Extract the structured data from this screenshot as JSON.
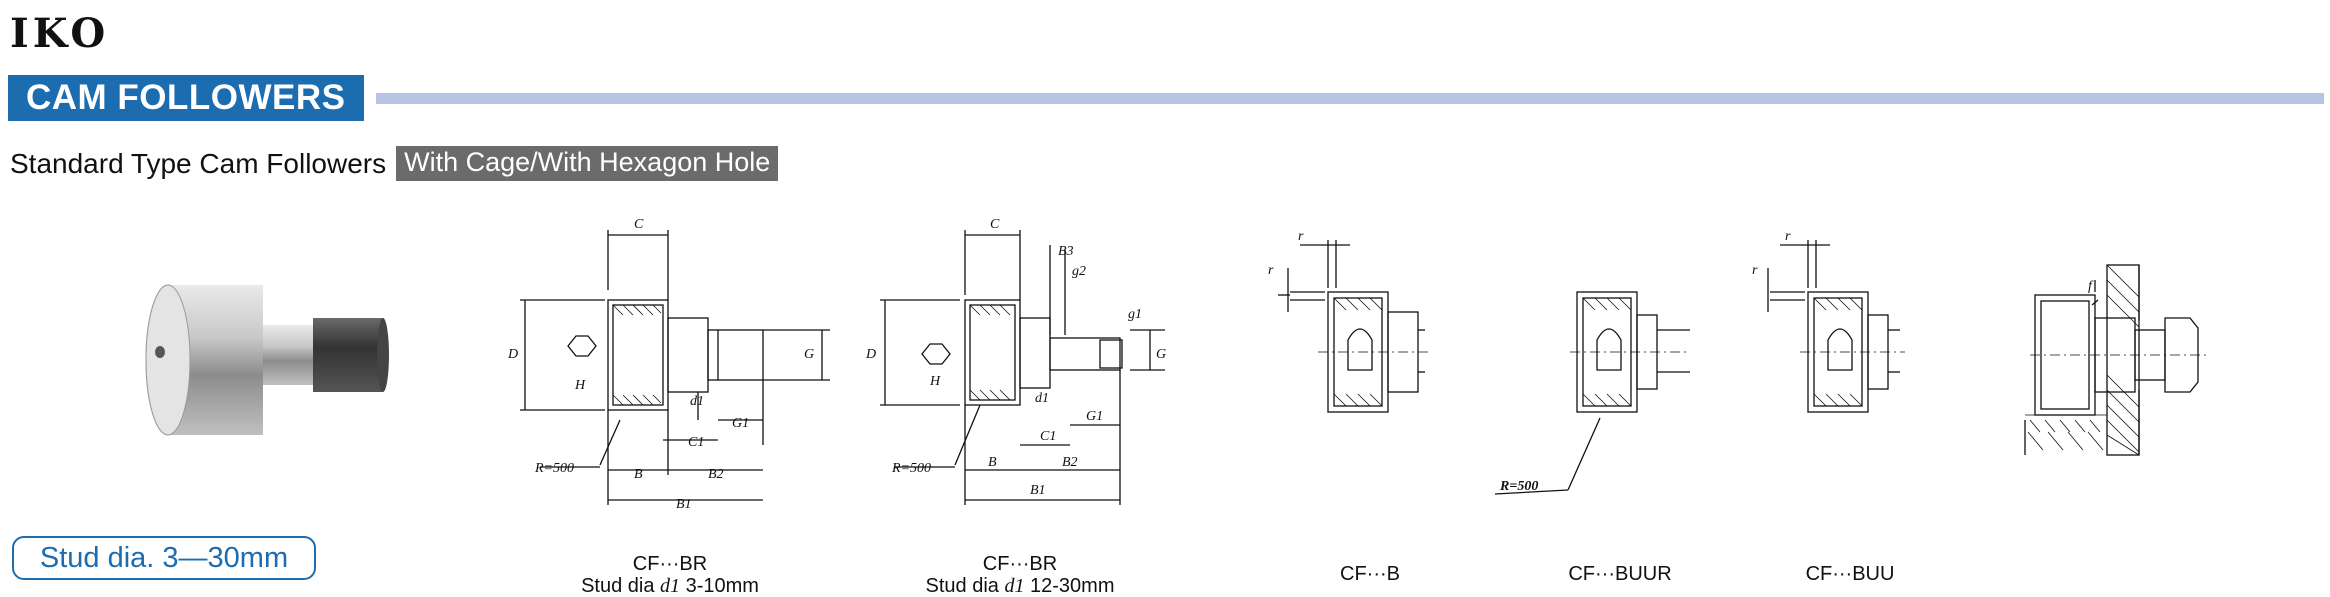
{
  "logo": "IKO",
  "category": "CAM FOLLOWERS",
  "subtitle": {
    "main": "Standard Type Cam Followers",
    "tag": "With Cage/With Hexagon Hole"
  },
  "stud_range": "Stud dia. 3—30mm",
  "diagram1": {
    "labels": {
      "C": "C",
      "D": "D",
      "H": "H",
      "d1": "d1",
      "G": "G",
      "G1": "G1",
      "C1": "C1",
      "B": "B",
      "B2": "B2",
      "B1": "B1",
      "R": "R=500"
    },
    "model": "CF···BR",
    "stud_prefix": "Stud dia",
    "stud_sym": "d1",
    "stud_range": "3-10mm"
  },
  "diagram2": {
    "labels": {
      "C": "C",
      "D": "D",
      "H": "H",
      "d1": "d1",
      "G": "G",
      "G1": "G1",
      "C1": "C1",
      "B": "B",
      "B2": "B2",
      "B1": "B1",
      "B3": "B3",
      "g1": "g1",
      "g2": "g2",
      "R": "R=500"
    },
    "model": "CF···BR",
    "stud_prefix": "Stud dia",
    "stud_sym": "d1",
    "stud_range": "12-30mm"
  },
  "diagram3": {
    "labels": {
      "r1": "r",
      "r2": "r"
    },
    "model": "CF···B"
  },
  "diagram4": {
    "labels": {
      "R": "R=500"
    },
    "model": "CF···BUUR"
  },
  "diagram5": {
    "labels": {
      "r1": "r",
      "r2": "r"
    },
    "model": "CF···BUU"
  },
  "diagram6": {
    "labels": {
      "f": "f"
    }
  }
}
